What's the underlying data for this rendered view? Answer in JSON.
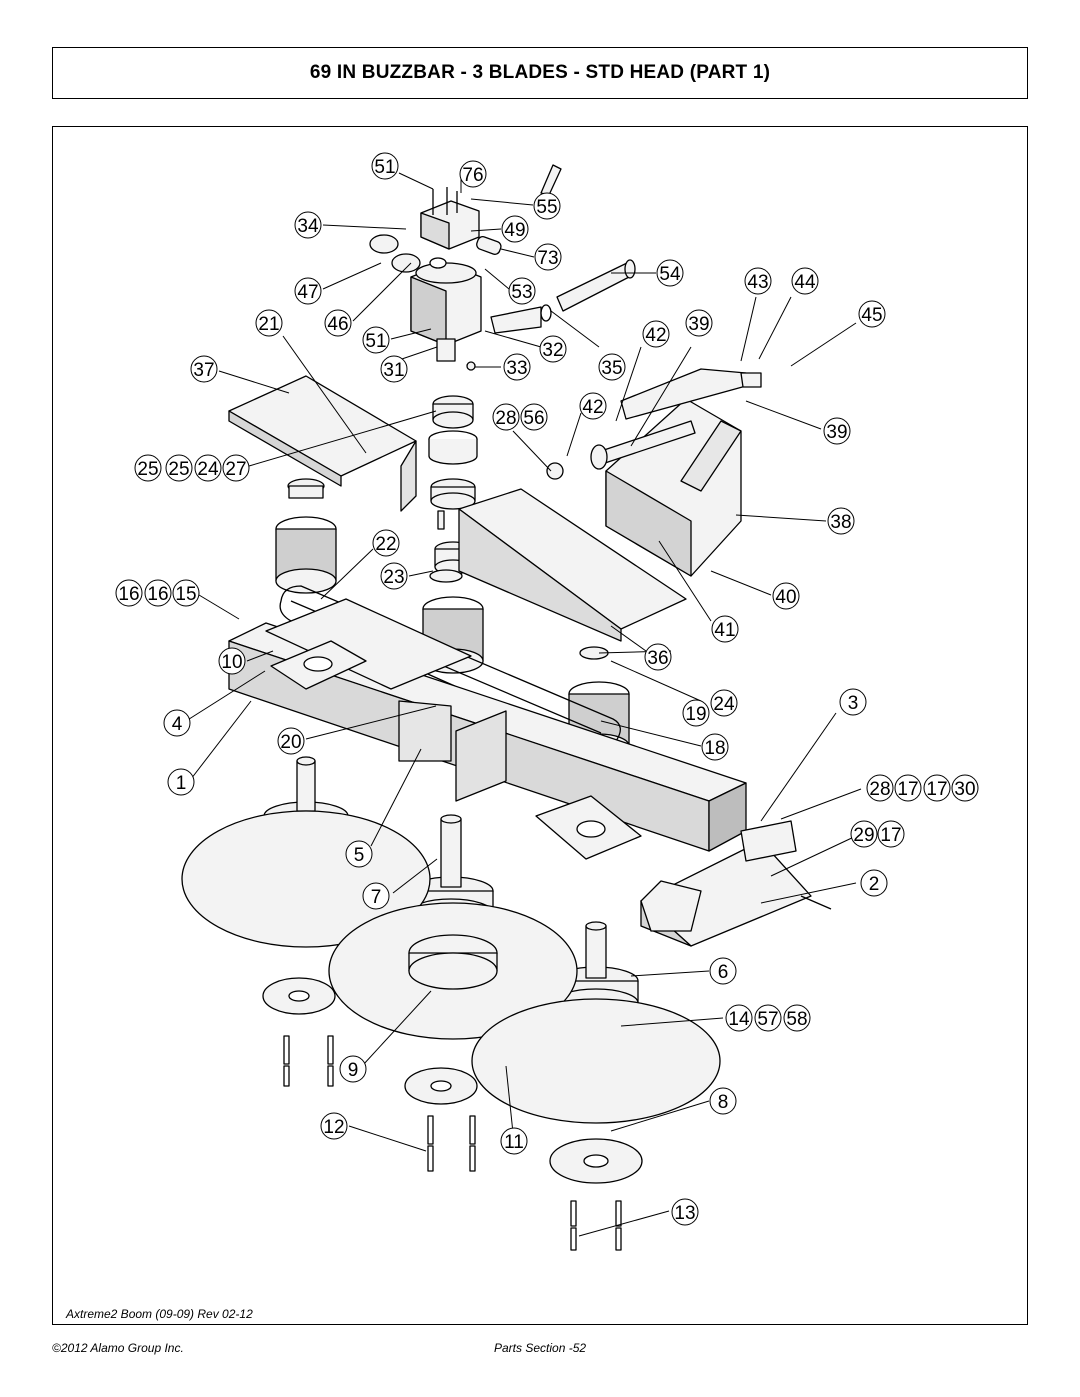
{
  "header": {
    "title": "69 IN BUZZBAR - 3 BLADES - STD HEAD (PART 1)"
  },
  "footer": {
    "revision": "Axtreme2 Boom (09-09) Rev 02-12",
    "copyright": "©2012 Alamo Group Inc.",
    "section": "Parts Section -52"
  },
  "callouts": [
    "51",
    "76",
    "55",
    "34",
    "49",
    "73",
    "47",
    "53",
    "54",
    "43",
    "44",
    "21",
    "46",
    "45",
    "51",
    "32",
    "42",
    "39",
    "37",
    "31",
    "33",
    "35",
    "28",
    "56",
    "42",
    "39",
    "25",
    "25",
    "24",
    "27",
    "22",
    "38",
    "23",
    "16",
    "16",
    "15",
    "40",
    "41",
    "10",
    "36",
    "24",
    "4",
    "19",
    "3",
    "20",
    "18",
    "1",
    "28",
    "17",
    "17",
    "30",
    "5",
    "29",
    "17",
    "7",
    "2",
    "6",
    "14",
    "57",
    "58",
    "9",
    "8",
    "12",
    "11",
    "13"
  ],
  "colors": {
    "ink": "#000000",
    "paper": "#ffffff",
    "part_fill": "#f3f3f3",
    "part_shade": "#c9c9c9"
  }
}
